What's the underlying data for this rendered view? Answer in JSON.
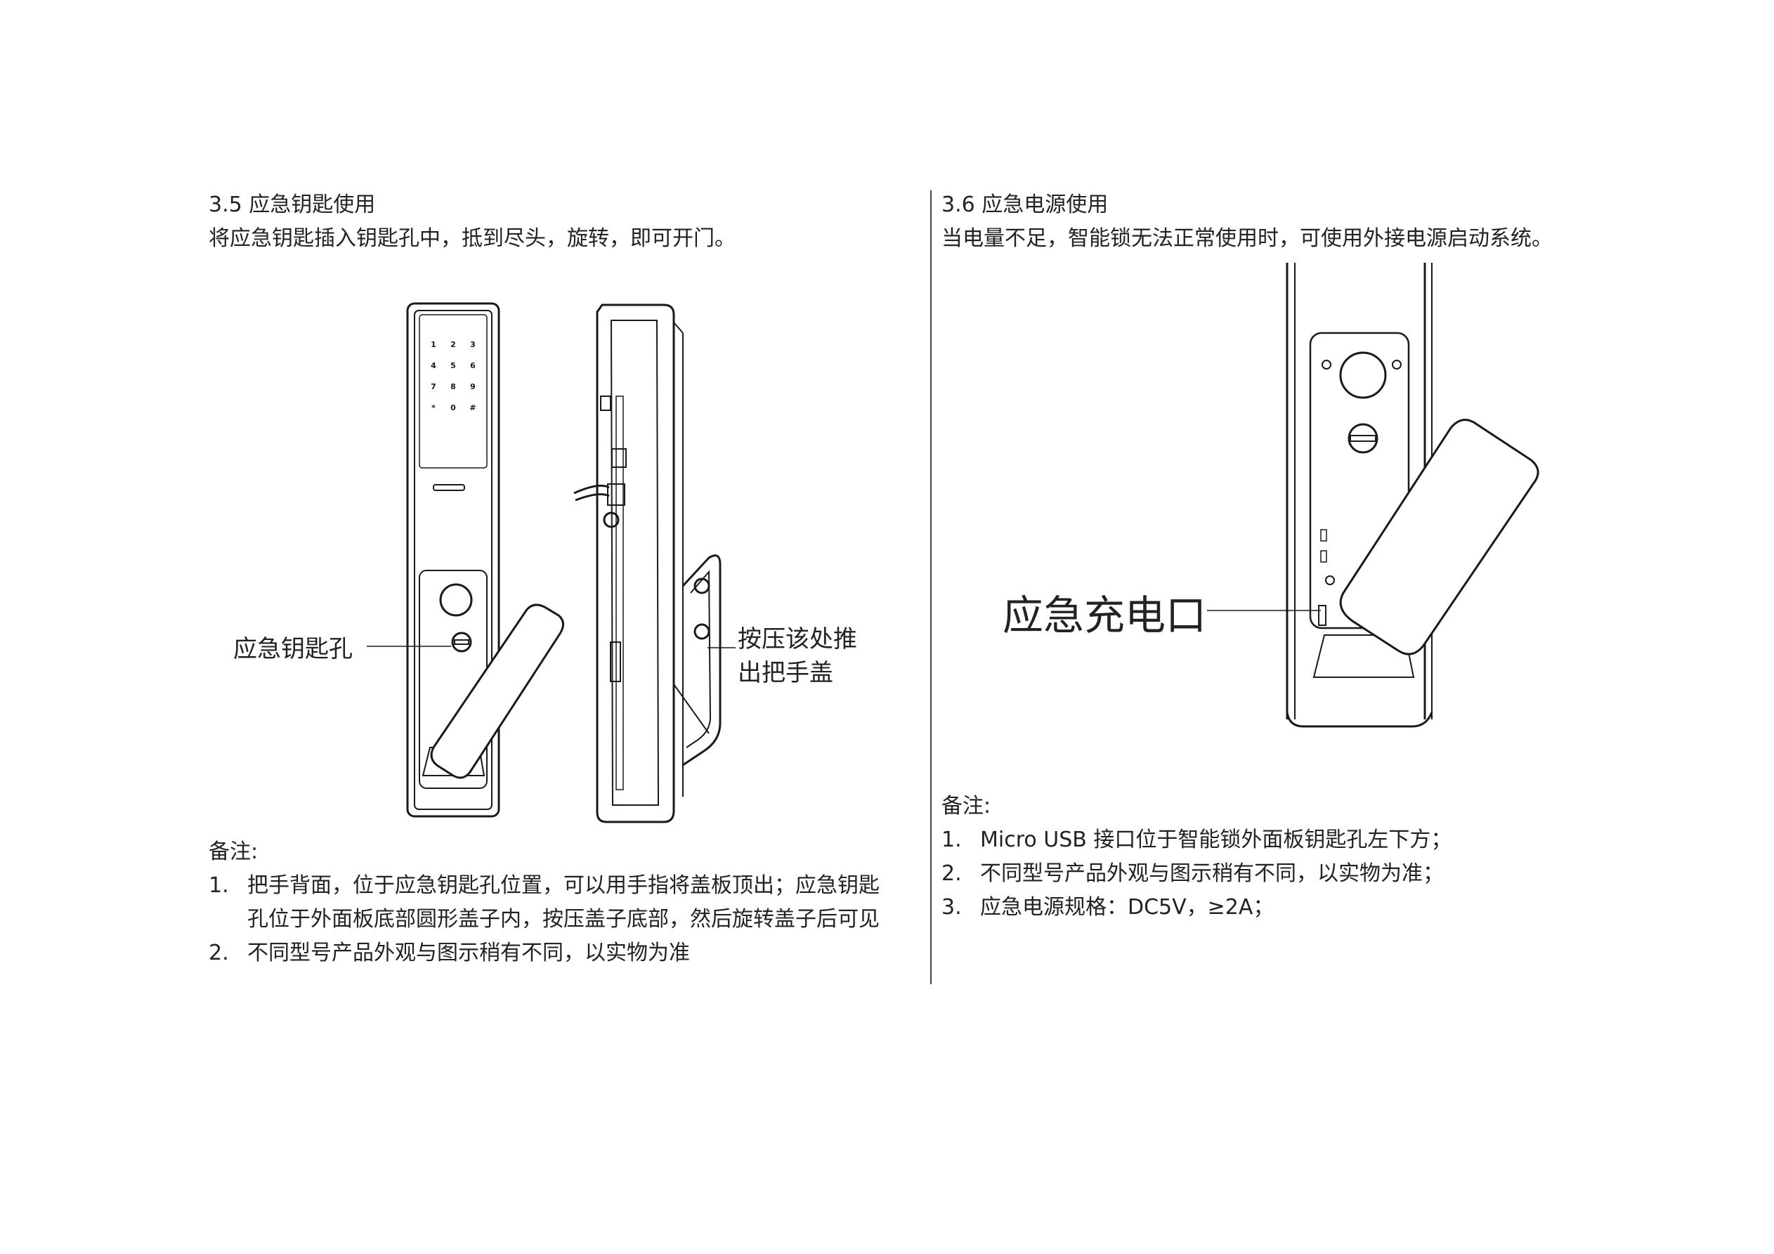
{
  "left": {
    "title": "3.5 应急钥匙使用",
    "intro": "将应急钥匙插入钥匙孔中，抵到尽头，旋转，即可开门。",
    "figure": {
      "keypad": [
        "1",
        "2",
        "3",
        "4",
        "5",
        "6",
        "7",
        "8",
        "9",
        "*",
        "0",
        "#"
      ],
      "callout_keyhole": "应急钥匙孔",
      "callout_push_line1": "按压该处推",
      "callout_push_line2": "出把手盖"
    },
    "notes_title": "备注:",
    "notes": [
      {
        "num": "1.",
        "line1": "把手背面，位于应急钥匙孔位置，可以用手指将盖板顶出；应急钥匙",
        "line2": "孔位于外面板底部圆形盖子内，按压盖子底部，然后旋转盖子后可见"
      },
      {
        "num": "2.",
        "line1": "不同型号产品外观与图示稍有不同，以实物为准",
        "line2": ""
      }
    ]
  },
  "right": {
    "title": "3.6  应急电源使用",
    "intro": "当电量不足，智能锁无法正常使用时，可使用外接电源启动系统。",
    "figure": {
      "callout_port": "应急充电口"
    },
    "notes_title": "备注:",
    "notes": [
      {
        "num": "1.",
        "text": "Micro USB 接口位于智能锁外面板钥匙孔左下方；"
      },
      {
        "num": "2.",
        "text": "不同型号产品外观与图示稍有不同，以实物为准；"
      },
      {
        "num": "3.",
        "text": "应急电源规格：DC5V，≥2A；"
      }
    ]
  }
}
